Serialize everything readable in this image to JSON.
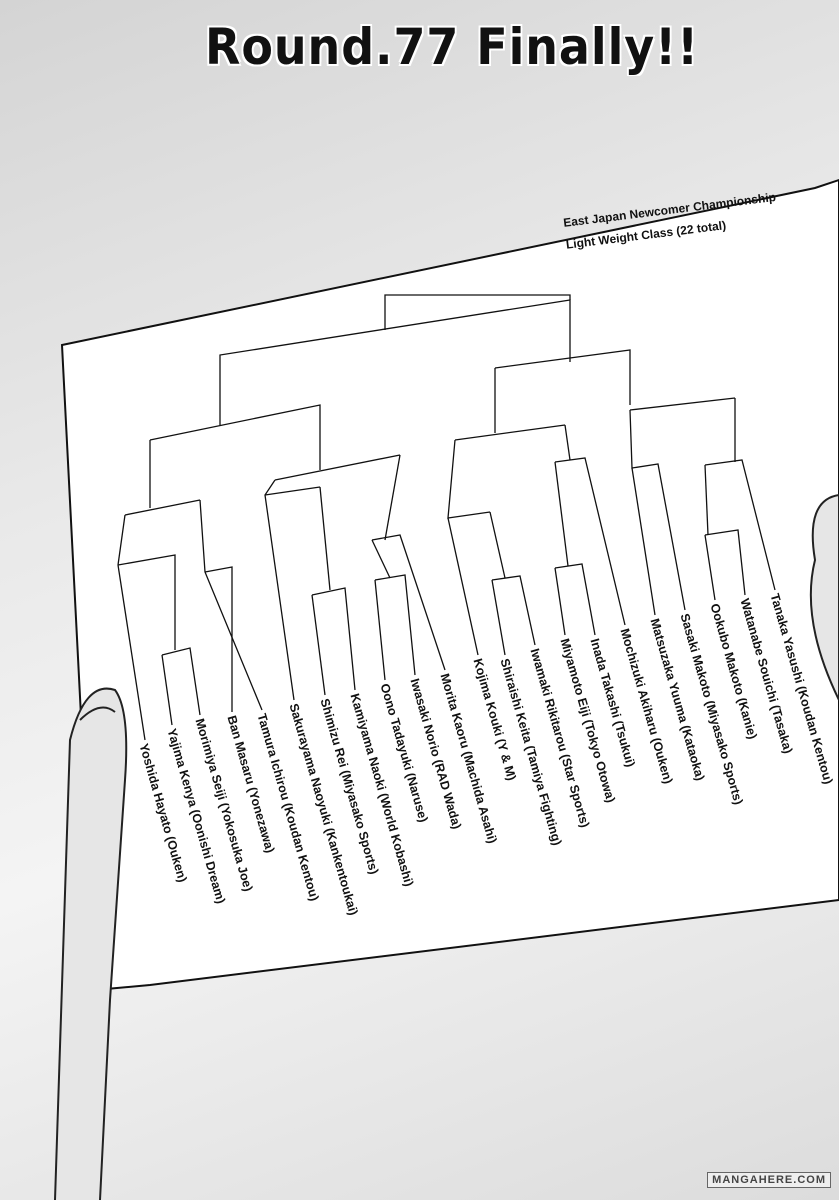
{
  "title": "Round.77 Finally!!",
  "bracket": {
    "header_line1": "East Japan Newcomer Championship",
    "header_line2": "Light Weight Class (22 total)",
    "entrants": [
      "Yoshida Hayato (Ouken)",
      "Yajima Kenya (Oonishi Dream)",
      "Morimiya Seiji (Yokosuka Joe)",
      "Ban Masaru (Yonezawa)",
      "Tamura Ichirou (Koudan Kentou)",
      "Sakurayama Naoyuki (Kankentoukai)",
      "Shimizu Rei (Miyasako Sports)",
      "Kamiyama Naoki (World Kobashi)",
      "Oono Tadayuki (Naruse)",
      "Iwasaki Norio (RAD Wada)",
      "Morita Kaoru (Machida Asahi)",
      "Kojima Kouki (Y & M)",
      "Shiraishi Keita (Tamiya Fighting)",
      "Iwamaki Rikitarou (Star Sports)",
      "Miyamoto Eiji (Tokyo Otowa)",
      "Inada Takashi (Tsukui)",
      "Mochizuki Akiharu (Ouken)",
      "Matsuzaka Yuuma (Kataoka)",
      "Sasaki Makoto (Miyasako Sports)",
      "Ookubo Makoto (Kanie)",
      "Watanabe Souichi (Tasaka)",
      "Tanaka Yasushi (Koudan Kentou)"
    ]
  },
  "watermark": "MANGAHERE.COM"
}
